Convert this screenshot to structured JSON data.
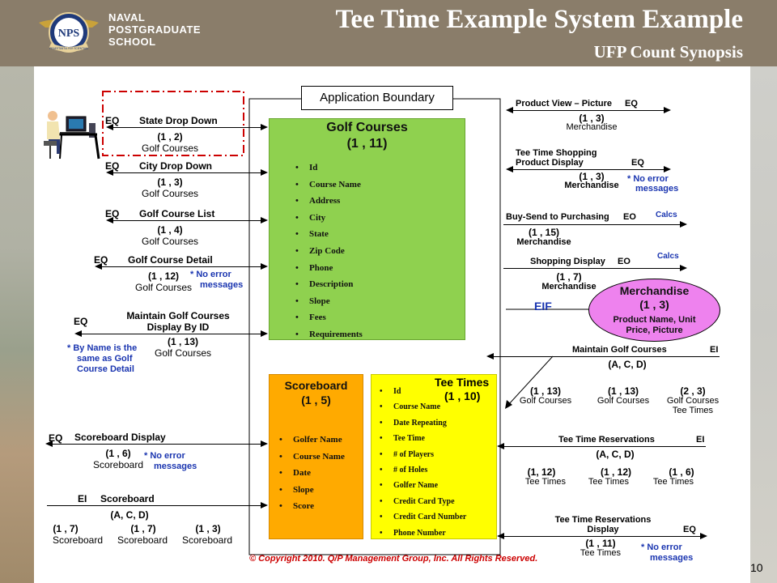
{
  "header": {
    "logo_badge": "NPS",
    "logo_motto": "PRAESTANTIA PER SCIENTIAM",
    "logo_lines": [
      "NAVAL",
      "POSTGRADUATE",
      "SCHOOL"
    ],
    "title": "Tee Time Example System Example",
    "subtitle": "UFP Count Synopsis"
  },
  "boundary_label": "Application Boundary",
  "golf_courses": {
    "title": "Golf Courses",
    "count": "(1 , 11)",
    "attributes": [
      "Id",
      "Course Name",
      "Address",
      "City",
      "State",
      "Zip Code",
      "Phone",
      "Description",
      "Slope",
      "Fees",
      "Requirements"
    ]
  },
  "scoreboard": {
    "title": "Scoreboard",
    "count": "(1 , 5)",
    "attributes": [
      "Golfer Name",
      "Course Name",
      "Date",
      "Slope",
      "Score"
    ]
  },
  "tee_times": {
    "title": "Tee Times",
    "count": "(1 , 10)",
    "attributes": [
      "Id",
      "Course Name",
      "Date Repeating",
      "Tee Time",
      "# of Players",
      "# of Holes",
      "Golfer Name",
      "Credit Card Type",
      "Credit Card Number",
      "Phone Number"
    ]
  },
  "merchandise": {
    "title": "Merchandise",
    "count": "(1 , 3)",
    "desc1": "Product Name, Unit",
    "desc2": "Price, Picture"
  },
  "eif_label": "EIF",
  "left": {
    "state_drop": {
      "type": "EQ",
      "name": "State Drop Down",
      "count": "(1 , 2)",
      "ftr": "Golf Courses"
    },
    "city_drop": {
      "type": "EQ",
      "name": "City Drop Down",
      "count": "(1 , 3)",
      "ftr": "Golf Courses"
    },
    "course_list": {
      "type": "EQ",
      "name": "Golf Course List",
      "count": "(1 , 4)",
      "ftr": "Golf Courses"
    },
    "course_detail": {
      "type": "EQ",
      "name": "Golf Course Detail",
      "count": "(1 , 12)",
      "ftr": "Golf Courses",
      "note1": "*  No error",
      "note2": "messages"
    },
    "maintain_display": {
      "type": "EQ",
      "name1": "Maintain Golf Courses",
      "name2": "Display By ID",
      "count": "(1 , 13)",
      "ftr": "Golf Courses",
      "note1": "*  By Name is the",
      "note2": "same as Golf",
      "note3": "Course Detail"
    },
    "scoreboard_display": {
      "type": "EQ",
      "name": "Scoreboard Display",
      "count": "(1 , 6)",
      "ftr": "Scoreboard",
      "note1": "*  No error",
      "note2": "messages"
    },
    "scoreboard_ei": {
      "type": "EI",
      "name": "Scoreboard",
      "actions": "(A, C, D)",
      "c1": "(1 , 7)",
      "f1": "Scoreboard",
      "c2": "(1 , 7)",
      "f2": "Scoreboard",
      "c3": "(1 , 3)",
      "f3": "Scoreboard"
    }
  },
  "right": {
    "product_view": {
      "name": "Product View – Picture",
      "type": "EQ",
      "count": "(1 , 3)",
      "ftr": "Merchandise"
    },
    "tt_shopping": {
      "name1": "Tee Time Shopping",
      "name2": "Product Display",
      "type": "EQ",
      "count": "(1 , 3)",
      "ftr": "Merchandise",
      "note1": "*  No error",
      "note2": "messages"
    },
    "buy_send": {
      "name": "Buy-Send to Purchasing",
      "type": "EO",
      "count": "(1 , 15)",
      "ftr": "Merchandise",
      "calcs": "Calcs"
    },
    "shopping_display": {
      "name": "Shopping Display",
      "type": "EO",
      "count": "(1 , 7)",
      "ftr": "Merchandise",
      "calcs": "Calcs"
    },
    "maintain_gc": {
      "name": "Maintain Golf Courses",
      "type": "EI",
      "actions": "(A, C, D)",
      "c1": "(1 , 13)",
      "f1": "Golf Courses",
      "c2": "(1 , 13)",
      "f2": "Golf Courses",
      "c3": "(2 , 3)",
      "f3a": "Golf Courses",
      "f3b": "Tee Times"
    },
    "tt_reservations": {
      "name": "Tee Time Reservations",
      "type": "EI",
      "actions": "(A, C, D)",
      "c1": "(1, 12)",
      "f1": "Tee Times",
      "c2": "(1 , 12)",
      "f2": "Tee Times",
      "c3": "(1 , 6)",
      "f3": "Tee Times"
    },
    "tt_res_display": {
      "name1": "Tee Time Reservations",
      "name2": "Display",
      "type": "EQ",
      "count": "(1 , 11)",
      "ftr": "Tee Times",
      "note1": "*  No error",
      "note2": "messages"
    }
  },
  "copyright": "© Copyright 2010. Q/P Management Group, Inc. All Rights Reserved.",
  "page_number": "10",
  "colors": {
    "header": "#8a7d6a",
    "golf_courses": "#8fd14f",
    "scoreboard": "#ffaa00",
    "tee_times": "#ffff00",
    "merchandise": "#ee82ee",
    "note_blue": "#1a35b0",
    "copyright": "#cc0000",
    "dashed_box": "#cc0000"
  }
}
